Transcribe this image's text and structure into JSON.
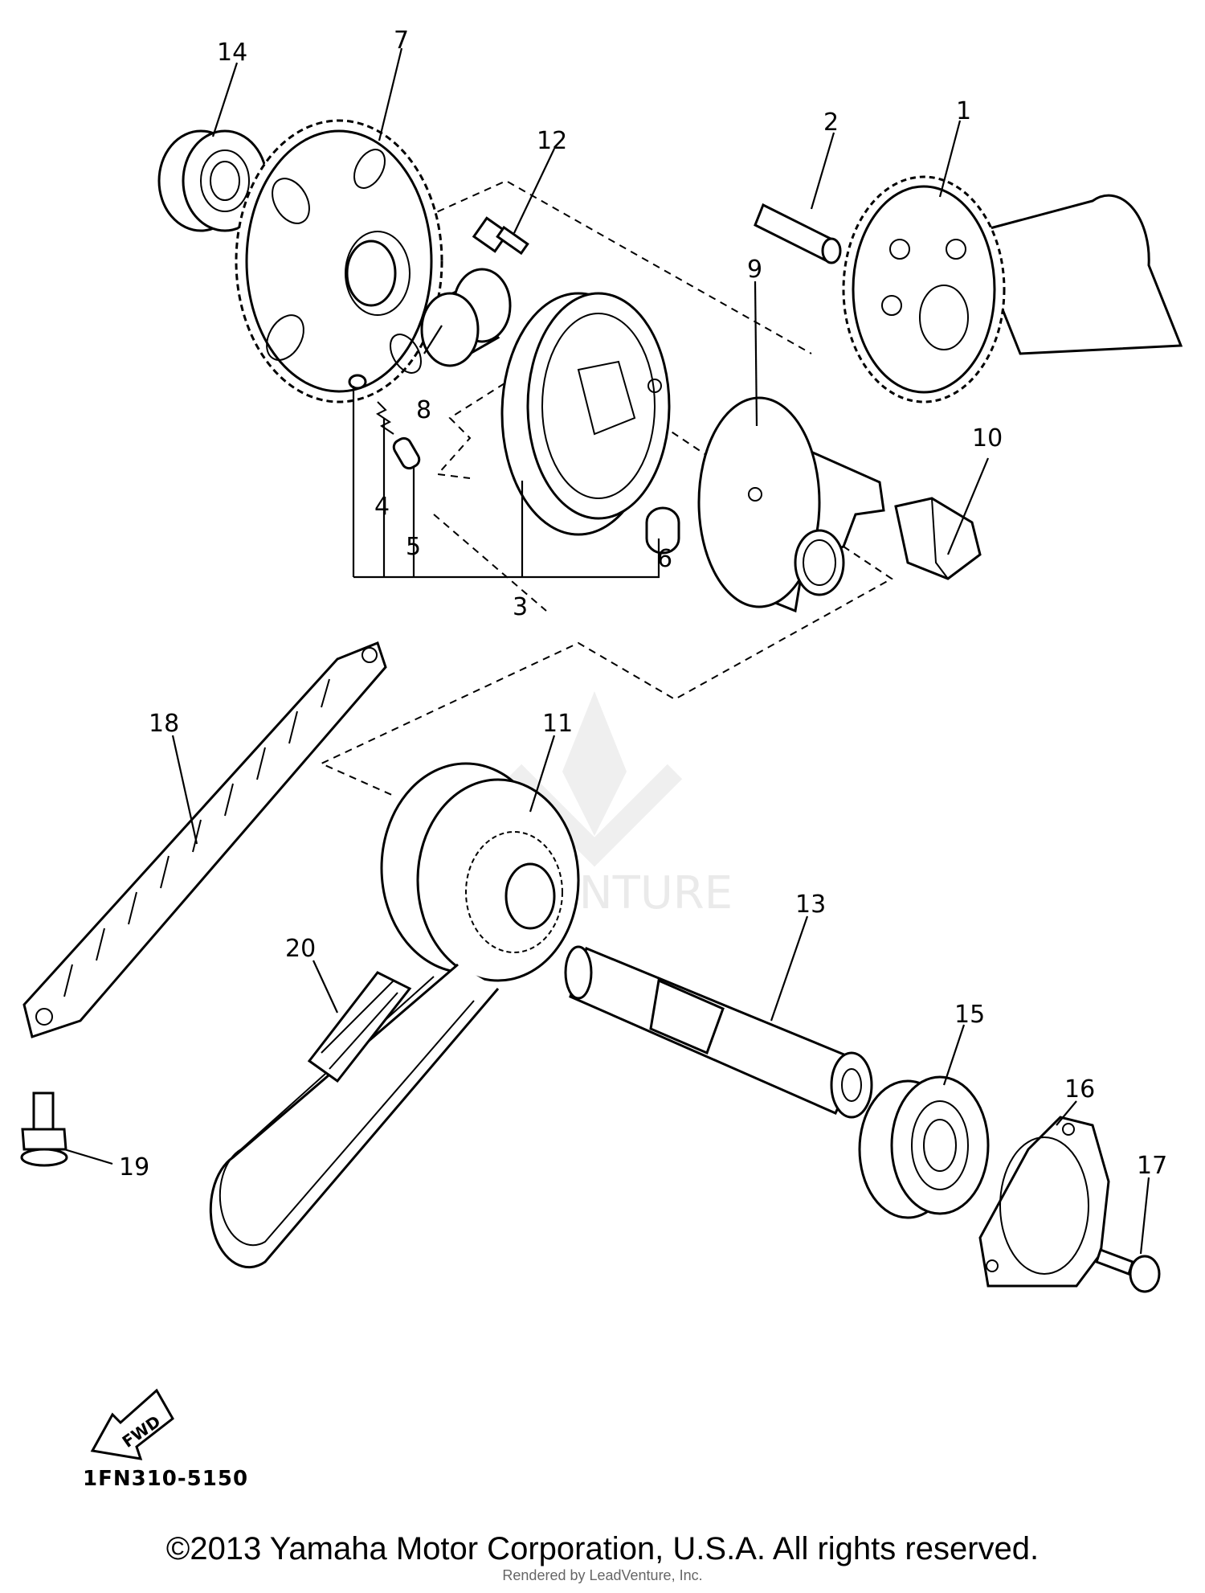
{
  "diagram": {
    "callouts": [
      {
        "id": "p1",
        "label": "1"
      },
      {
        "id": "p2",
        "label": "2"
      },
      {
        "id": "p3",
        "label": "3"
      },
      {
        "id": "p4",
        "label": "4"
      },
      {
        "id": "p5",
        "label": "5"
      },
      {
        "id": "p6",
        "label": "6"
      },
      {
        "id": "p7",
        "label": "7"
      },
      {
        "id": "p8",
        "label": "8"
      },
      {
        "id": "p9",
        "label": "9"
      },
      {
        "id": "p10",
        "label": "10"
      },
      {
        "id": "p11",
        "label": "11"
      },
      {
        "id": "p12",
        "label": "12"
      },
      {
        "id": "p13",
        "label": "13"
      },
      {
        "id": "p14",
        "label": "14"
      },
      {
        "id": "p15",
        "label": "15"
      },
      {
        "id": "p16",
        "label": "16"
      },
      {
        "id": "p17",
        "label": "17"
      },
      {
        "id": "p18",
        "label": "18"
      },
      {
        "id": "p19",
        "label": "19"
      },
      {
        "id": "p20",
        "label": "20"
      }
    ],
    "fwd_label": "FWD",
    "diagram_code": "1FN310-5150",
    "watermark": "LEADVENTURE"
  },
  "footer": {
    "copyright": "©2013 Yamaha Motor Corporation, U.S.A. All rights reserved.",
    "rendered_by": "Rendered by LeadVenture, Inc."
  }
}
